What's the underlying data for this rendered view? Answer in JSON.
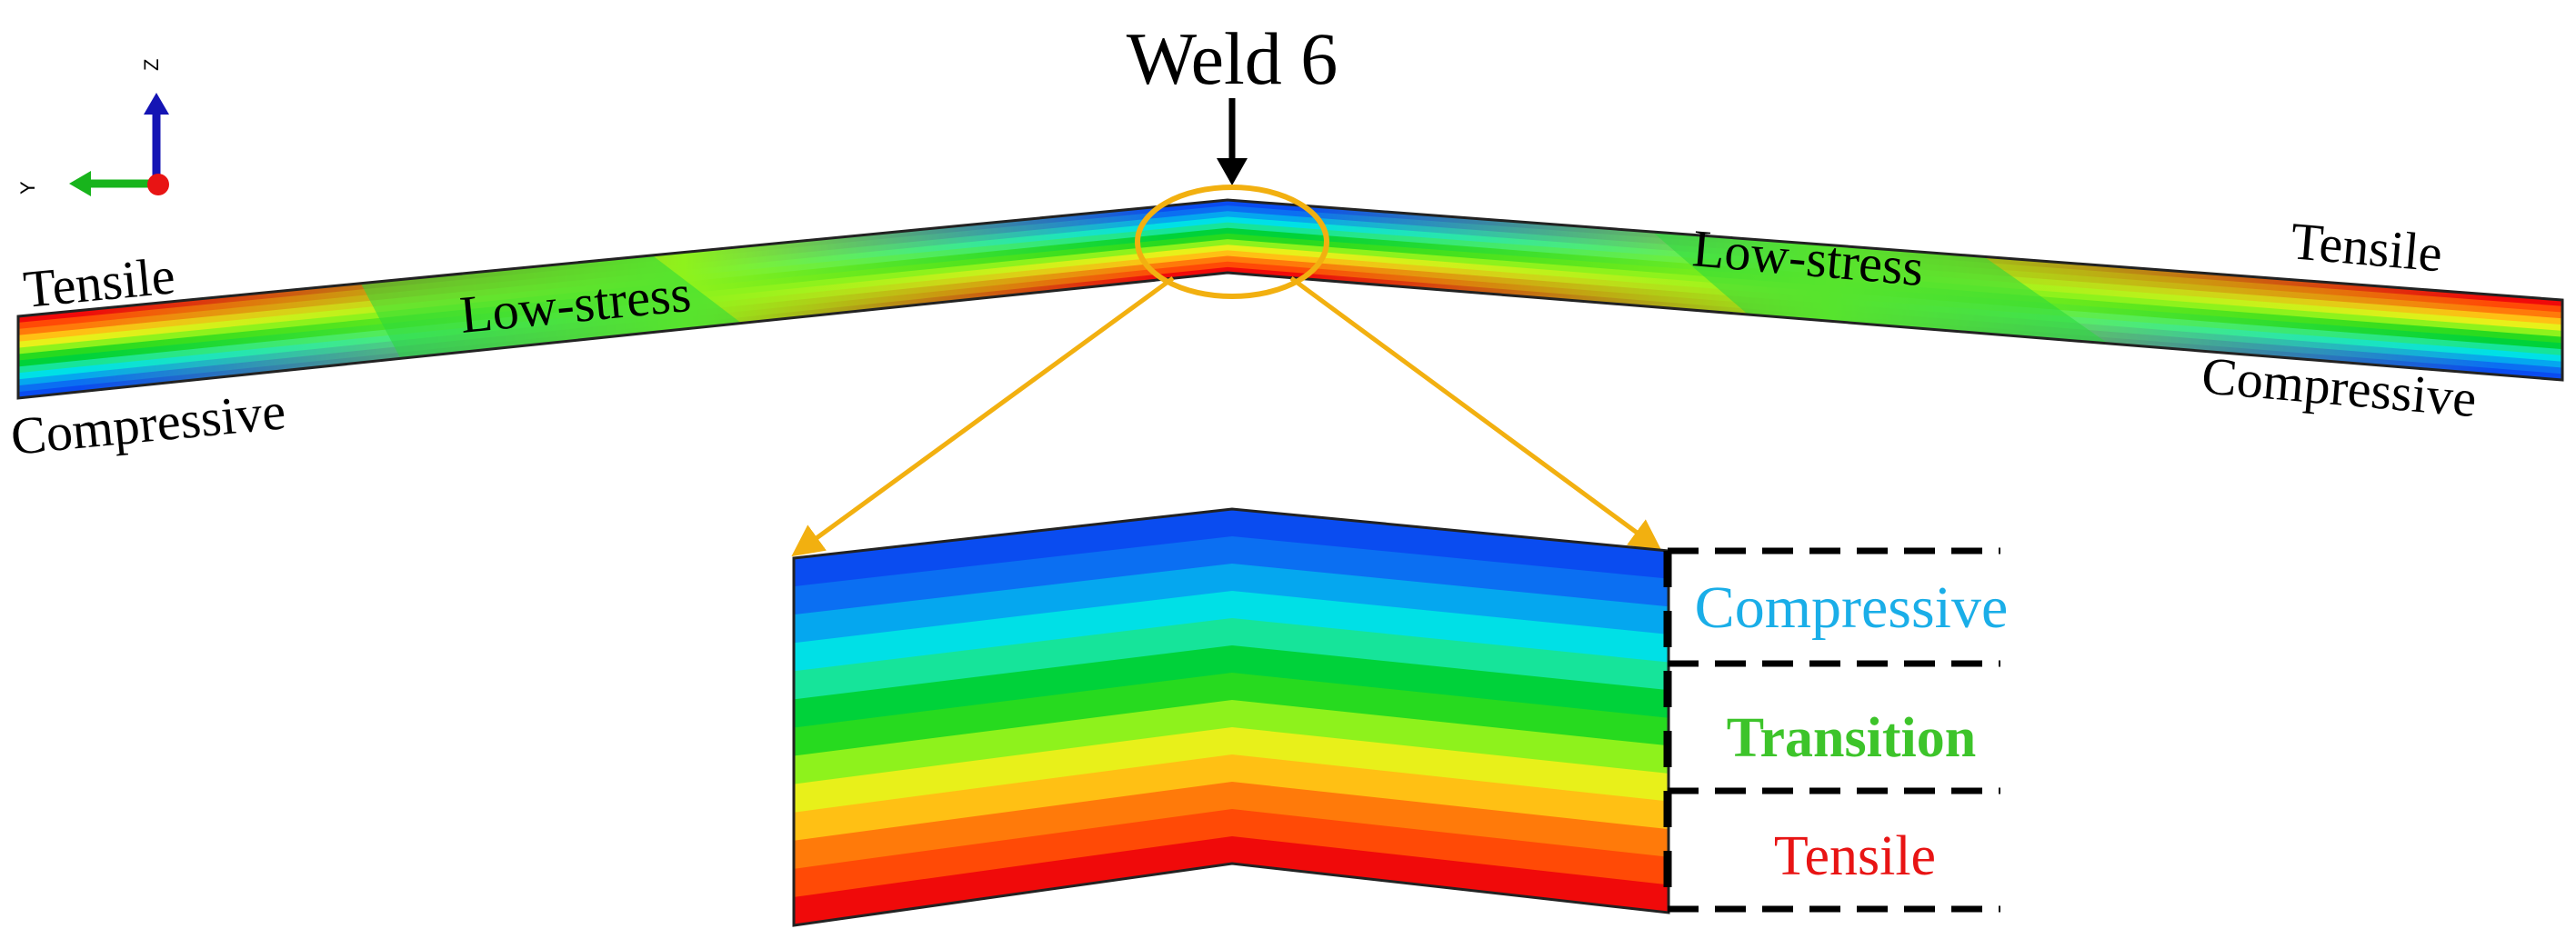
{
  "title": "Weld 6",
  "labels": {
    "tensile_left": "Tensile",
    "tensile_right": "Tensile",
    "low_stress_left": "Low-stress",
    "low_stress_right": "Low-stress",
    "compressive_left": "Compressive",
    "compressive_right": "Compressive"
  },
  "axes": {
    "y": "Y",
    "z": "Z"
  },
  "zoom_legend": {
    "compressive": "Compressive",
    "transition": "Transition",
    "tensile": "Tensile"
  },
  "colors": {
    "stress_bands_top_to_bottom": [
      "#0a4cf0",
      "#0b6ff2",
      "#05a7ef",
      "#00e0e6",
      "#16e49a",
      "#00d23a",
      "#27da1f",
      "#8ef21c",
      "#e8f01a",
      "#ffc014",
      "#ff7a0a",
      "#ff4a06",
      "#f00a0a"
    ],
    "zoom_outline": "#f2b010",
    "compressive_text": "#1aaee8",
    "transition_text": "#3dc42a",
    "tensile_text": "#e81414",
    "axis_y": "#18b41c",
    "axis_z": "#1414b4",
    "axis_x_dot": "#e81414"
  }
}
